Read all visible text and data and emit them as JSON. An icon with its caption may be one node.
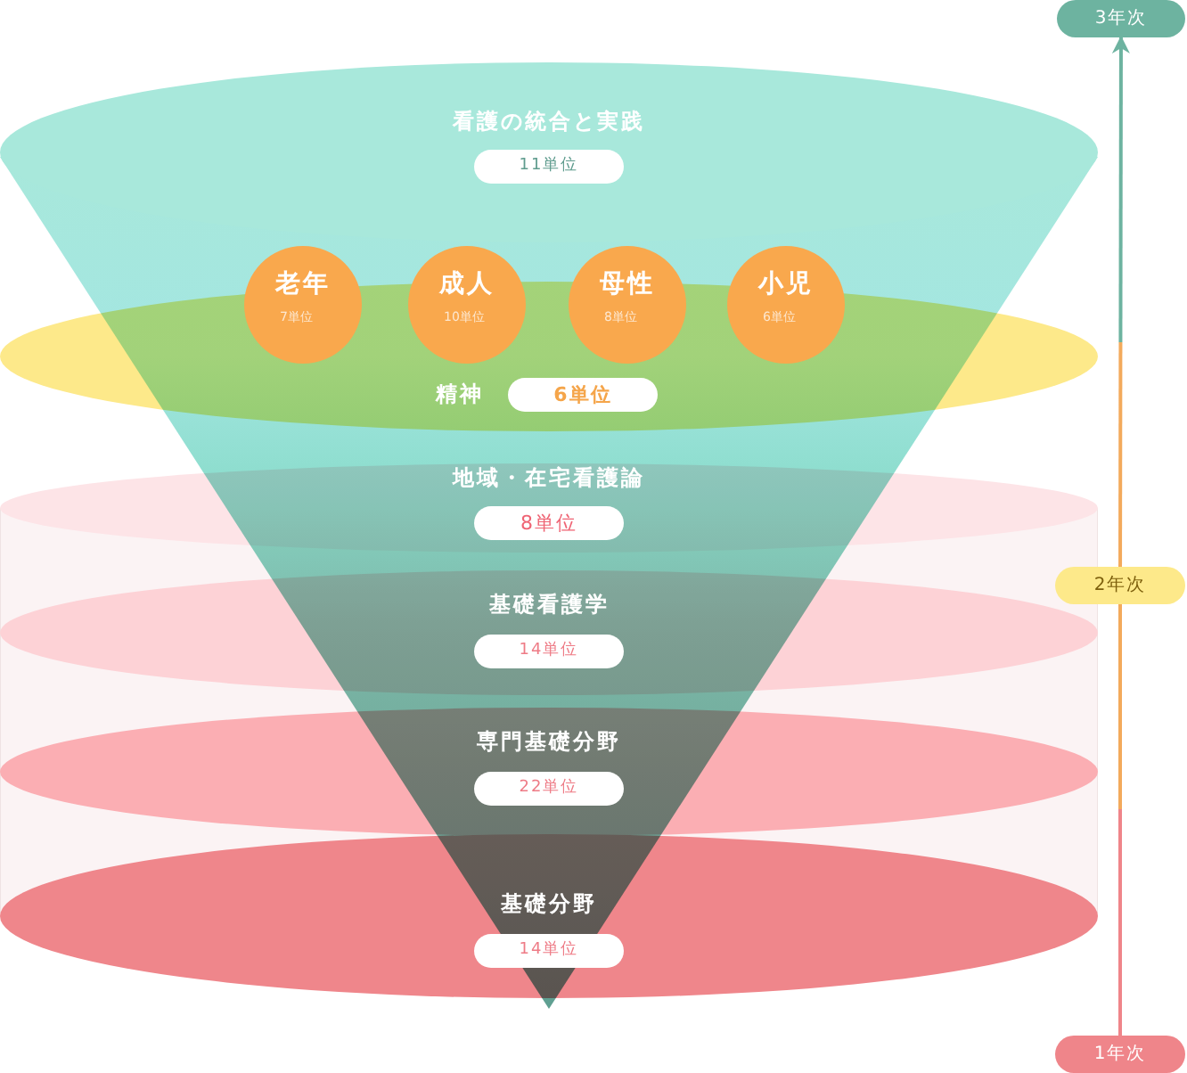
{
  "diagram": {
    "nodes": [
      {
        "text": [
          "看護の統合と実践",
          "11単位"
        ]
      },
      {
        "text": [
          "老年",
          "7単位"
        ]
      },
      {
        "text": [
          "成人",
          "10単位"
        ]
      },
      {
        "text": [
          "母性",
          "8単位"
        ]
      },
      {
        "text": [
          "小児",
          "6単位"
        ]
      },
      {
        "text": [
          "精神",
          "6単位"
        ]
      },
      {
        "text": [
          "地域・在宅看護論",
          "8単位"
        ]
      },
      {
        "text": [
          "基礎看護学",
          "14単位"
        ]
      },
      {
        "text": [
          "専門基礎分野",
          "22単位"
        ]
      },
      {
        "text": [
          "基礎分野",
          "14単位"
        ]
      },
      {
        "text": [
          "3年次"
        ]
      },
      {
        "text": [
          "2年次"
        ]
      },
      {
        "text": [
          "1年次"
        ]
      }
    ],
    "edges": [
      {
        "from": 12,
        "to": 11,
        "arrow": "none"
      },
      {
        "from": 11,
        "to": 10,
        "arrow": "to"
      }
    ]
  }
}
